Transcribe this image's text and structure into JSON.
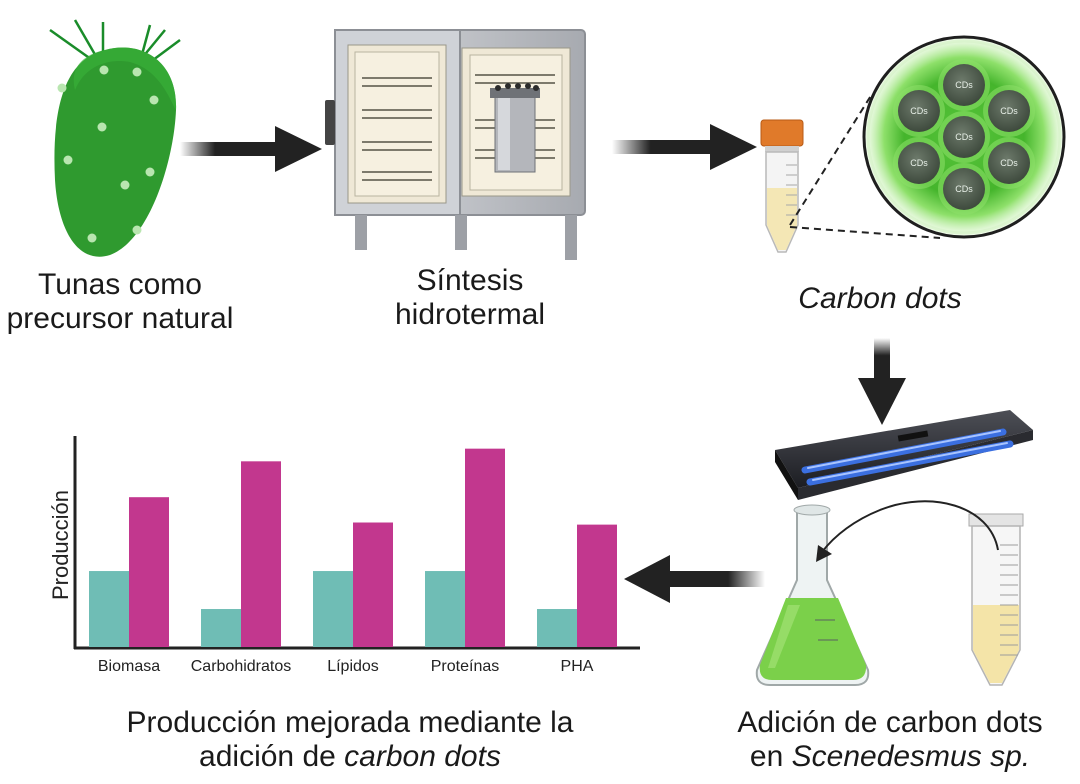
{
  "steps": {
    "cactus": {
      "line1": "Tunas como",
      "line2": "precursor natural"
    },
    "synthesis": {
      "line1": "Síntesis",
      "line2": "hidrotermal"
    },
    "carbon_dots": {
      "label": "Carbon dots"
    },
    "addition": {
      "line1": "Adición de carbon dots",
      "line2_prefix": "en ",
      "line2_italic": "Scenedesmus sp."
    },
    "result": {
      "line1": "Producción mejorada mediante la",
      "line2_prefix": "adición de ",
      "line2_italic": "carbon dots"
    }
  },
  "nanoparticle_label": "CDs",
  "colors": {
    "control": "#6fbdb5",
    "treated": "#c2378e",
    "cactus": "#2f9a2f",
    "uv_lamp": "#3b6fe0",
    "culture": "#7bd04a"
  },
  "chart_data": {
    "type": "bar",
    "ylabel": "Producción",
    "xlabel": "",
    "categories": [
      "Biomasa",
      "Carbohidratos",
      "Lípidos",
      "Proteínas",
      "PHA"
    ],
    "series": [
      {
        "values": [
          0.36,
          0.18,
          0.36,
          0.36,
          0.18
        ]
      },
      {
        "values": [
          0.71,
          0.88,
          0.59,
          0.94,
          0.58
        ]
      }
    ],
    "ylim": [
      0,
      1
    ],
    "grid": false,
    "legend": "none"
  }
}
